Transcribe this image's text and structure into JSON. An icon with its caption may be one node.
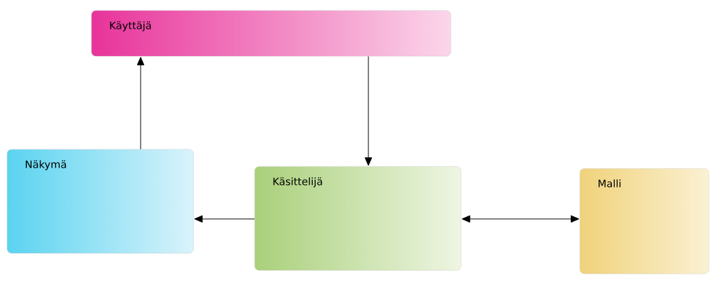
{
  "diagram": {
    "nodes": [
      {
        "text": [
          "Käyttäjä"
        ]
      },
      {
        "text": [
          "Näkymä"
        ]
      },
      {
        "text": [
          "Käsittelijä"
        ]
      },
      {
        "text": [
          "Malli"
        ]
      }
    ],
    "edges": [
      {
        "from": 1,
        "to": 0,
        "arrow": "to"
      },
      {
        "from": 0,
        "to": 2,
        "arrow": "to"
      },
      {
        "from": 2,
        "to": 1,
        "arrow": "to"
      },
      {
        "from": 2,
        "to": 3,
        "arrow": "both"
      }
    ]
  }
}
